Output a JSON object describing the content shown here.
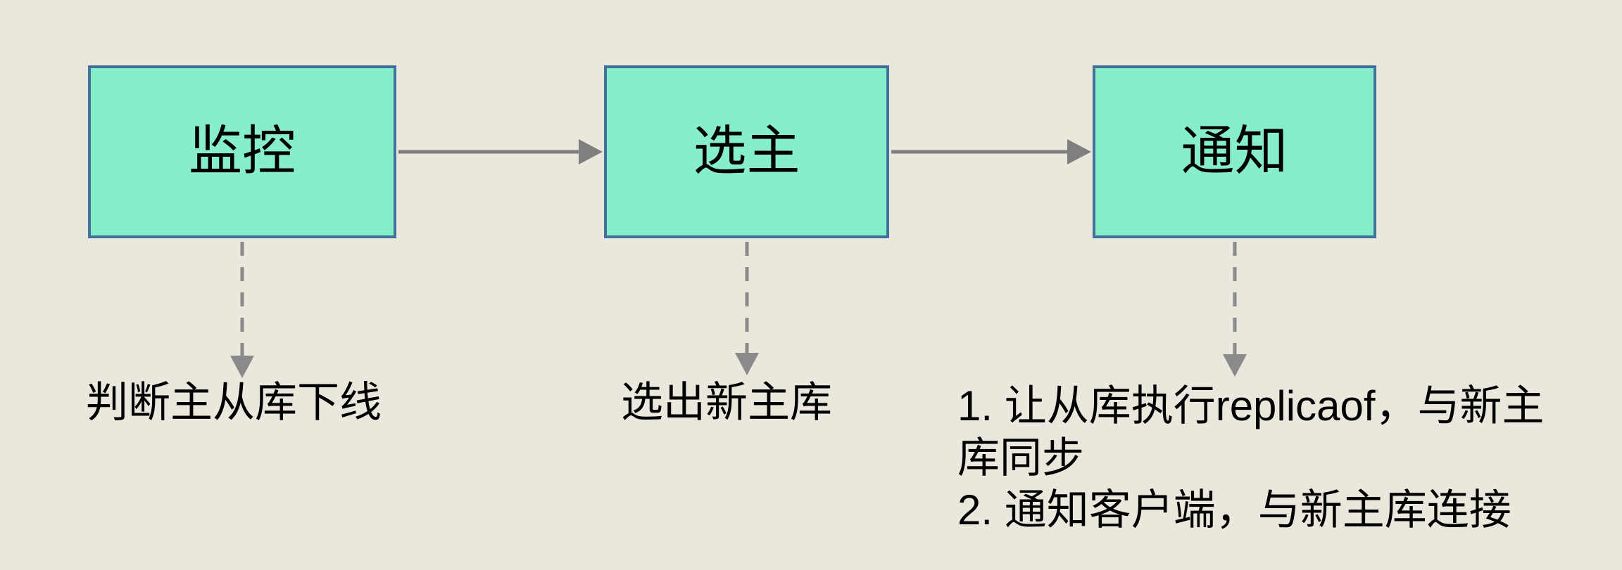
{
  "diagram": {
    "title": "sentinel-failover-flow",
    "colors": {
      "background": "#eae7dd",
      "node_fill": "#86eec8",
      "node_border": "#41719c",
      "arrow": "#7f7f7f",
      "dashed_arrow": "#8a8a8a",
      "text": "#000000"
    },
    "nodes": [
      {
        "id": "monitor",
        "label": "监控",
        "note": "判断主从库下线"
      },
      {
        "id": "elect",
        "label": "选主",
        "note": "选出新主库"
      },
      {
        "id": "notify",
        "label": "通知",
        "note_lines": [
          "1. 让从库执行replicaof，与新主",
          "库同步",
          "2. 通知客户端，与新主库连接"
        ]
      }
    ],
    "edges": [
      {
        "from": "monitor",
        "to": "elect",
        "style": "solid"
      },
      {
        "from": "elect",
        "to": "notify",
        "style": "solid"
      },
      {
        "from": "monitor",
        "to": "note-monitor",
        "style": "dashed"
      },
      {
        "from": "elect",
        "to": "note-elect",
        "style": "dashed"
      },
      {
        "from": "notify",
        "to": "note-notify",
        "style": "dashed"
      }
    ]
  }
}
